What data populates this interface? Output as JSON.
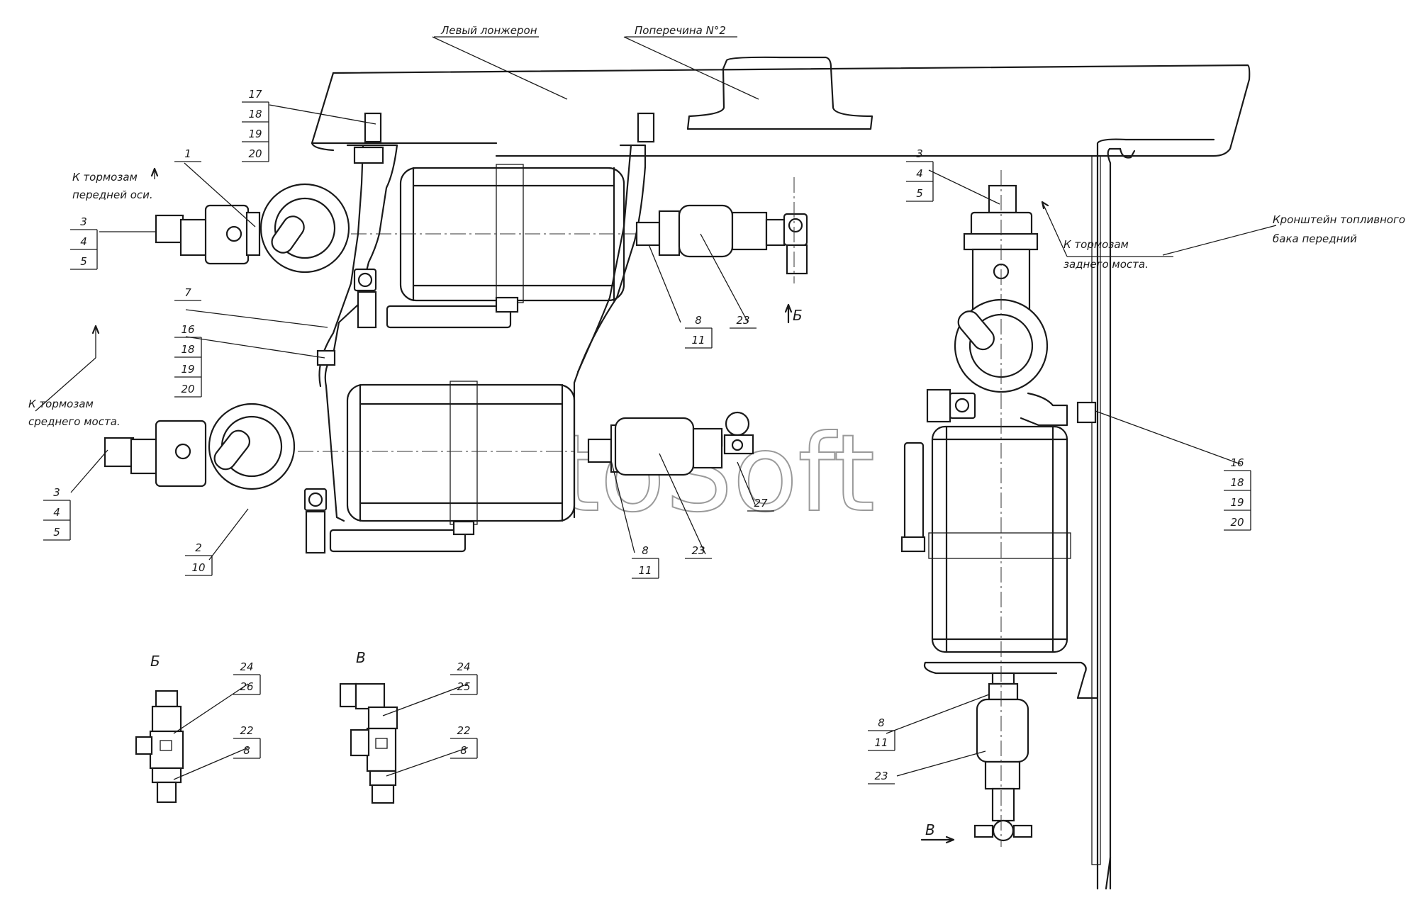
{
  "labels": {
    "left_spar": "Левый лонжерон",
    "crossmember": "Поперечина N°2",
    "front_axle_l1": "К тормозам",
    "front_axle_l2": "передней оси.",
    "middle_axle_l1": "К тормозам",
    "middle_axle_l2": "среднего моста.",
    "rear_axle_l1": "К тормозам",
    "rear_axle_l2": "заднего моста.",
    "bracket_l1": "Кронштейн топливного",
    "bracket_l2": "бака передний"
  },
  "views": {
    "b": "Б",
    "v": "В"
  },
  "callouts": {
    "g17": [
      "17",
      "18",
      "19",
      "20"
    ],
    "g1": [
      "1"
    ],
    "g3a": [
      "3",
      "4",
      "5"
    ],
    "g7": [
      "7"
    ],
    "g16a": [
      "16",
      "18",
      "19",
      "20"
    ],
    "g3b": [
      "3",
      "4",
      "5"
    ],
    "g2": [
      "2",
      "10"
    ],
    "g8a": [
      "8",
      "11"
    ],
    "g23a": [
      "23"
    ],
    "g8b": [
      "8",
      "11"
    ],
    "g23b": [
      "23"
    ],
    "g27": [
      "27"
    ],
    "g3c": [
      "3",
      "4",
      "5"
    ],
    "g16b": [
      "16",
      "18",
      "19",
      "20"
    ],
    "g8c": [
      "8",
      "11"
    ],
    "g23c": [
      "23"
    ],
    "gb1": [
      "24",
      "26"
    ],
    "gb2": [
      "22",
      "8"
    ],
    "gv1": [
      "24",
      "25"
    ],
    "gv2": [
      "22",
      "8"
    ]
  },
  "watermark": "AutoSoft"
}
